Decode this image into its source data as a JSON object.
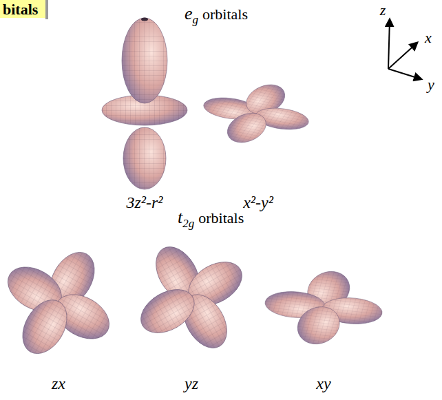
{
  "diagram": {
    "labels": [
      "bitals",
      "e",
      "g",
      "orbitals",
      "3z²-r²",
      "x²-y²",
      "z",
      "x",
      "y",
      "t",
      "2g",
      "orbitals",
      "zx",
      "yz",
      "xy"
    ]
  }
}
